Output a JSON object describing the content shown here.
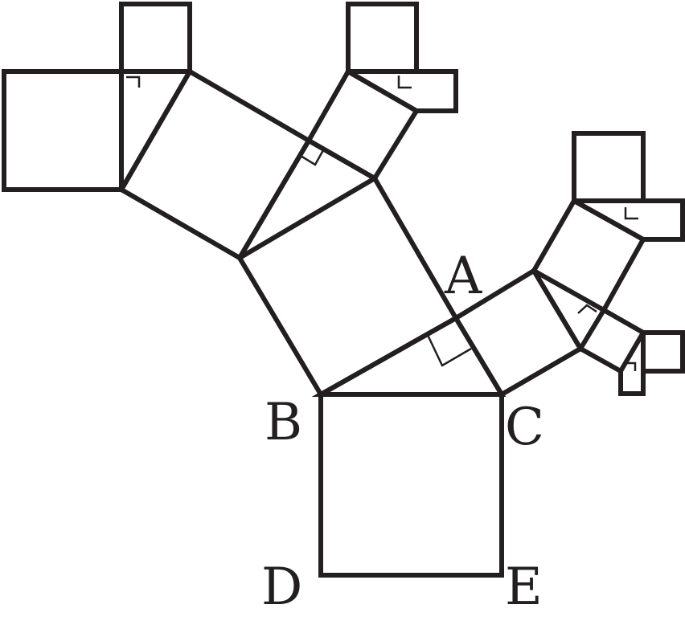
{
  "labels": {
    "A": "A",
    "B": "B",
    "C": "C",
    "D": "D",
    "E": "E"
  },
  "colors": {
    "stroke": "#231f20",
    "background": "#ffffff"
  }
}
